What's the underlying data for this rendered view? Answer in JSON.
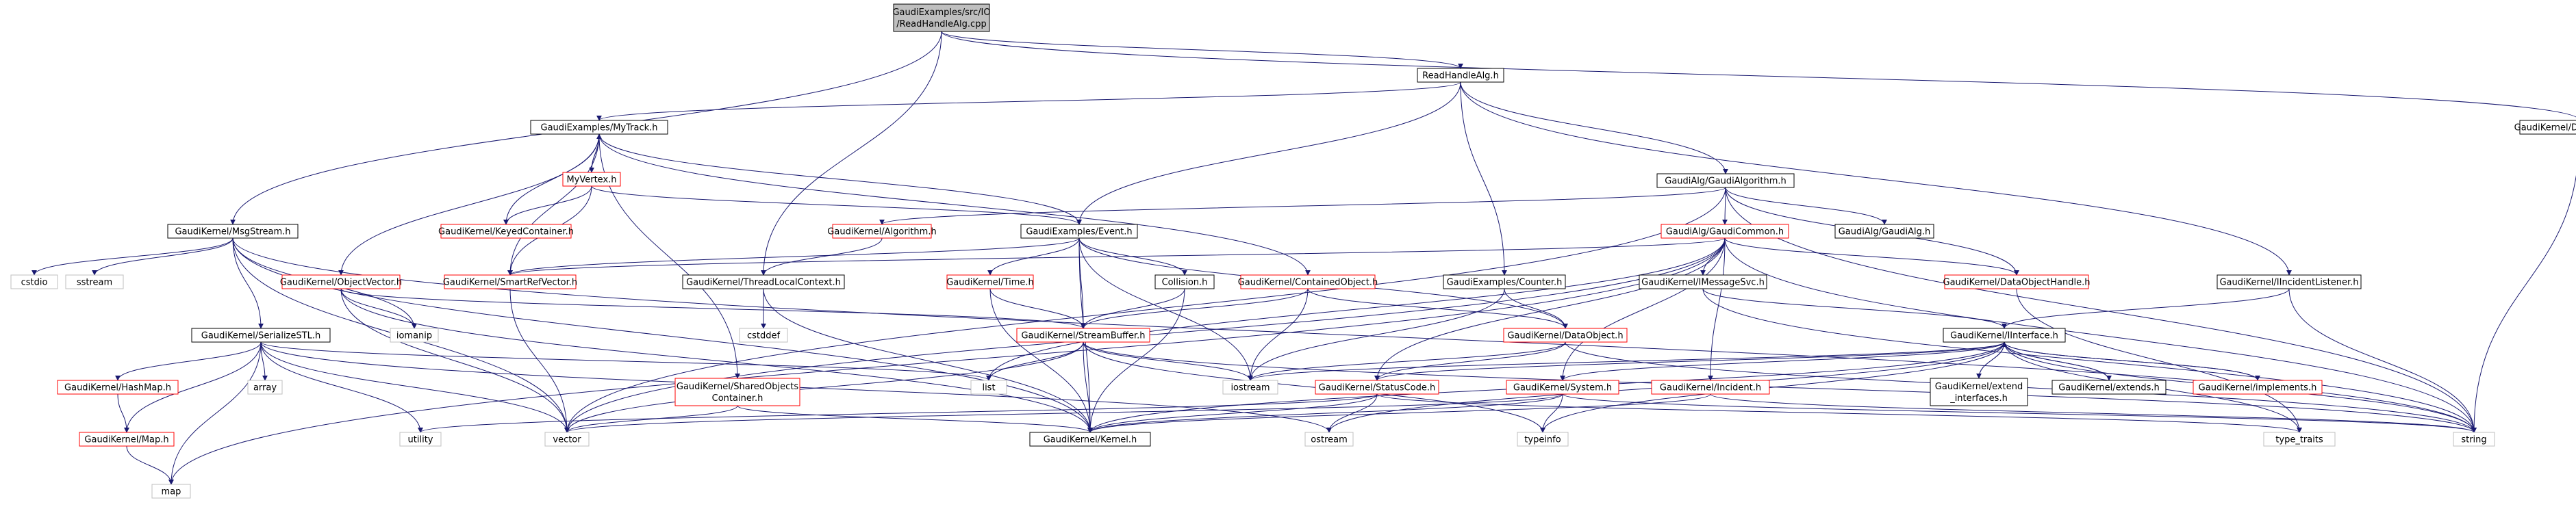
{
  "colors": {
    "edge": "#191970",
    "node_border": "#000000",
    "node_fill": "#ffffff",
    "root_fill": "#bfbfbf",
    "broken_border": "#ff0000",
    "external_border": "#bfbfbf"
  },
  "nodes": [
    {
      "id": "root",
      "lines": [
        "GaudiExamples/src/IO",
        "/ReadHandleAlg.cpp"
      ],
      "kind": "root"
    },
    {
      "id": "rha",
      "lines": [
        "ReadHandleAlg.h"
      ],
      "kind": "normal"
    },
    {
      "id": "dsi",
      "lines": [
        "GaudiKernel/DataStoreItem.h"
      ],
      "kind": "normal"
    },
    {
      "id": "mytrack",
      "lines": [
        "GaudiExamples/MyTrack.h"
      ],
      "kind": "normal"
    },
    {
      "id": "myvertex",
      "lines": [
        "MyVertex.h"
      ],
      "kind": "broken"
    },
    {
      "id": "keyed",
      "lines": [
        "GaudiKernel/KeyedContainer.h"
      ],
      "kind": "broken"
    },
    {
      "id": "galgo",
      "lines": [
        "GaudiAlg/GaudiAlgorithm.h"
      ],
      "kind": "normal"
    },
    {
      "id": "msgstream",
      "lines": [
        "GaudiKernel/MsgStream.h"
      ],
      "kind": "normal"
    },
    {
      "id": "kalgo",
      "lines": [
        "GaudiKernel/Algorithm.h"
      ],
      "kind": "broken"
    },
    {
      "id": "event",
      "lines": [
        "GaudiExamples/Event.h"
      ],
      "kind": "normal"
    },
    {
      "id": "gcommon",
      "lines": [
        "GaudiAlg/GaudiCommon.h"
      ],
      "kind": "broken"
    },
    {
      "id": "galg",
      "lines": [
        "GaudiAlg/GaudiAlg.h"
      ],
      "kind": "normal"
    },
    {
      "id": "cstdio",
      "lines": [
        "cstdio"
      ],
      "kind": "external"
    },
    {
      "id": "sstream",
      "lines": [
        "sstream"
      ],
      "kind": "external"
    },
    {
      "id": "objvec",
      "lines": [
        "GaudiKernel/ObjectVector.h"
      ],
      "kind": "broken"
    },
    {
      "id": "smartref",
      "lines": [
        "GaudiKernel/SmartRefVector.h"
      ],
      "kind": "broken"
    },
    {
      "id": "tls",
      "lines": [
        "GaudiKernel/ThreadLocalContext.h"
      ],
      "kind": "normal"
    },
    {
      "id": "time",
      "lines": [
        "GaudiKernel/Time.h"
      ],
      "kind": "broken"
    },
    {
      "id": "collision",
      "lines": [
        "Collision.h"
      ],
      "kind": "normal"
    },
    {
      "id": "contobj",
      "lines": [
        "GaudiKernel/ContainedObject.h"
      ],
      "kind": "broken"
    },
    {
      "id": "counter",
      "lines": [
        "GaudiExamples/Counter.h"
      ],
      "kind": "normal"
    },
    {
      "id": "imsgsvc",
      "lines": [
        "GaudiKernel/IMessageSvc.h"
      ],
      "kind": "normal"
    },
    {
      "id": "dohandle",
      "lines": [
        "GaudiKernel/DataObjectHandle.h"
      ],
      "kind": "broken"
    },
    {
      "id": "iincident",
      "lines": [
        "GaudiKernel/IIncidentListener.h"
      ],
      "kind": "normal"
    },
    {
      "id": "iomanip",
      "lines": [
        "iomanip"
      ],
      "kind": "external"
    },
    {
      "id": "cstddef",
      "lines": [
        "cstddef"
      ],
      "kind": "external"
    },
    {
      "id": "serial",
      "lines": [
        "GaudiKernel/SerializeSTL.h"
      ],
      "kind": "normal"
    },
    {
      "id": "streambuf",
      "lines": [
        "GaudiKernel/StreamBuffer.h"
      ],
      "kind": "broken"
    },
    {
      "id": "dataobj",
      "lines": [
        "GaudiKernel/DataObject.h"
      ],
      "kind": "broken"
    },
    {
      "id": "iface",
      "lines": [
        "GaudiKernel/IInterface.h"
      ],
      "kind": "normal"
    },
    {
      "id": "hashmap",
      "lines": [
        "GaudiKernel/HashMap.h"
      ],
      "kind": "broken"
    },
    {
      "id": "array",
      "lines": [
        "array"
      ],
      "kind": "external"
    },
    {
      "id": "sharedobj",
      "lines": [
        "GaudiKernel/SharedObjects",
        "Container.h"
      ],
      "kind": "broken"
    },
    {
      "id": "list",
      "lines": [
        "list"
      ],
      "kind": "external"
    },
    {
      "id": "iostream",
      "lines": [
        "iostream"
      ],
      "kind": "external"
    },
    {
      "id": "statuscode",
      "lines": [
        "GaudiKernel/StatusCode.h"
      ],
      "kind": "broken"
    },
    {
      "id": "system",
      "lines": [
        "GaudiKernel/System.h"
      ],
      "kind": "broken"
    },
    {
      "id": "incident",
      "lines": [
        "GaudiKernel/Incident.h"
      ],
      "kind": "broken"
    },
    {
      "id": "extinterfaces",
      "lines": [
        "GaudiKernel/extend",
        "_interfaces.h"
      ],
      "kind": "normal"
    },
    {
      "id": "extends",
      "lines": [
        "GaudiKernel/extends.h"
      ],
      "kind": "normal"
    },
    {
      "id": "implements",
      "lines": [
        "GaudiKernel/implements.h"
      ],
      "kind": "broken"
    },
    {
      "id": "map_h",
      "lines": [
        "GaudiKernel/Map.h"
      ],
      "kind": "broken"
    },
    {
      "id": "utility",
      "lines": [
        "utility"
      ],
      "kind": "external"
    },
    {
      "id": "vector",
      "lines": [
        "vector"
      ],
      "kind": "external"
    },
    {
      "id": "kernel",
      "lines": [
        "GaudiKernel/Kernel.h"
      ],
      "kind": "normal"
    },
    {
      "id": "ostream",
      "lines": [
        "ostream"
      ],
      "kind": "external"
    },
    {
      "id": "typeinfo",
      "lines": [
        "typeinfo"
      ],
      "kind": "external"
    },
    {
      "id": "typetraits",
      "lines": [
        "type_traits"
      ],
      "kind": "external"
    },
    {
      "id": "string",
      "lines": [
        "string"
      ],
      "kind": "external"
    },
    {
      "id": "map",
      "lines": [
        "map"
      ],
      "kind": "external"
    }
  ],
  "edges": [
    [
      "root",
      "rha"
    ],
    [
      "root",
      "dsi"
    ],
    [
      "root",
      "msgstream"
    ],
    [
      "root",
      "tls"
    ],
    [
      "rha",
      "mytrack"
    ],
    [
      "rha",
      "galgo"
    ],
    [
      "rha",
      "event"
    ],
    [
      "rha",
      "counter"
    ],
    [
      "rha",
      "iincident"
    ],
    [
      "dsi",
      "string"
    ],
    [
      "mytrack",
      "myvertex"
    ],
    [
      "mytrack",
      "keyed"
    ],
    [
      "mytrack",
      "event"
    ],
    [
      "mytrack",
      "objvec"
    ],
    [
      "mytrack",
      "smartref"
    ],
    [
      "mytrack",
      "contobj"
    ],
    [
      "mytrack",
      "sharedobj"
    ],
    [
      "myvertex",
      "mytrack"
    ],
    [
      "myvertex",
      "keyed"
    ],
    [
      "myvertex",
      "smartref"
    ],
    [
      "myvertex",
      "event"
    ],
    [
      "galgo",
      "kalgo"
    ],
    [
      "galgo",
      "gcommon"
    ],
    [
      "galgo",
      "galg"
    ],
    [
      "galgo",
      "dohandle"
    ],
    [
      "galgo",
      "vector"
    ],
    [
      "galgo",
      "string"
    ],
    [
      "msgstream",
      "cstdio"
    ],
    [
      "msgstream",
      "sstream"
    ],
    [
      "msgstream",
      "iomanip"
    ],
    [
      "msgstream",
      "serial"
    ],
    [
      "msgstream",
      "vector"
    ],
    [
      "msgstream",
      "kernel"
    ],
    [
      "msgstream",
      "string"
    ],
    [
      "kalgo",
      "tls"
    ],
    [
      "event",
      "time"
    ],
    [
      "event",
      "collision"
    ],
    [
      "event",
      "streambuf"
    ],
    [
      "event",
      "dataobj"
    ],
    [
      "event",
      "smartref"
    ],
    [
      "event",
      "kernel"
    ],
    [
      "event",
      "iostream"
    ],
    [
      "gcommon",
      "smartref"
    ],
    [
      "gcommon",
      "imsgsvc"
    ],
    [
      "gcommon",
      "dohandle"
    ],
    [
      "gcommon",
      "statuscode"
    ],
    [
      "gcommon",
      "system"
    ],
    [
      "gcommon",
      "incident"
    ],
    [
      "gcommon",
      "list"
    ],
    [
      "gcommon",
      "vector"
    ],
    [
      "gcommon",
      "string"
    ],
    [
      "gcommon",
      "map"
    ],
    [
      "objvec",
      "iomanip"
    ],
    [
      "objvec",
      "vector"
    ],
    [
      "objvec",
      "streambuf"
    ],
    [
      "objvec",
      "kernel"
    ],
    [
      "smartref",
      "vector"
    ],
    [
      "tls",
      "cstddef"
    ],
    [
      "tls",
      "kernel"
    ],
    [
      "time",
      "streambuf"
    ],
    [
      "time",
      "kernel"
    ],
    [
      "collision",
      "streambuf"
    ],
    [
      "collision",
      "kernel"
    ],
    [
      "contobj",
      "dataobj"
    ],
    [
      "contobj",
      "streambuf"
    ],
    [
      "contobj",
      "iostream"
    ],
    [
      "counter",
      "dataobj"
    ],
    [
      "counter",
      "iostream"
    ],
    [
      "imsgsvc",
      "iface"
    ],
    [
      "imsgsvc",
      "string"
    ],
    [
      "dohandle",
      "typetraits"
    ],
    [
      "iincident",
      "iface"
    ],
    [
      "iincident",
      "string"
    ],
    [
      "serial",
      "hashmap"
    ],
    [
      "serial",
      "array"
    ],
    [
      "serial",
      "map_h"
    ],
    [
      "serial",
      "list"
    ],
    [
      "serial",
      "utility"
    ],
    [
      "serial",
      "vector"
    ],
    [
      "serial",
      "map"
    ],
    [
      "serial",
      "ostream"
    ],
    [
      "streambuf",
      "list"
    ],
    [
      "streambuf",
      "iostream"
    ],
    [
      "streambuf",
      "vector"
    ],
    [
      "streambuf",
      "string"
    ],
    [
      "streambuf",
      "kernel"
    ],
    [
      "streambuf",
      "typeinfo"
    ],
    [
      "dataobj",
      "statuscode"
    ],
    [
      "dataobj",
      "string"
    ],
    [
      "dataobj",
      "iostream"
    ],
    [
      "iface",
      "statuscode"
    ],
    [
      "iface",
      "system"
    ],
    [
      "iface",
      "kernel"
    ],
    [
      "iface",
      "typeinfo"
    ],
    [
      "iface",
      "ostream"
    ],
    [
      "iface",
      "typetraits"
    ],
    [
      "iface",
      "string"
    ],
    [
      "iface",
      "iostream"
    ],
    [
      "hashmap",
      "map_h"
    ],
    [
      "map_h",
      "map"
    ],
    [
      "sharedobj",
      "vector"
    ],
    [
      "sharedobj",
      "kernel"
    ],
    [
      "statuscode",
      "kernel"
    ],
    [
      "statuscode",
      "ostream"
    ],
    [
      "statuscode",
      "typetraits"
    ],
    [
      "statuscode",
      "utility"
    ],
    [
      "system",
      "kernel"
    ],
    [
      "system",
      "typeinfo"
    ],
    [
      "system",
      "vector"
    ],
    [
      "system",
      "string"
    ],
    [
      "incident",
      "kernel"
    ],
    [
      "incident",
      "string"
    ],
    [
      "extinterfaces",
      "iface"
    ],
    [
      "extends",
      "iface"
    ],
    [
      "implements",
      "iface"
    ],
    [
      "iface",
      "extinterfaces"
    ],
    [
      "iface",
      "extends"
    ],
    [
      "iface",
      "implements"
    ]
  ]
}
